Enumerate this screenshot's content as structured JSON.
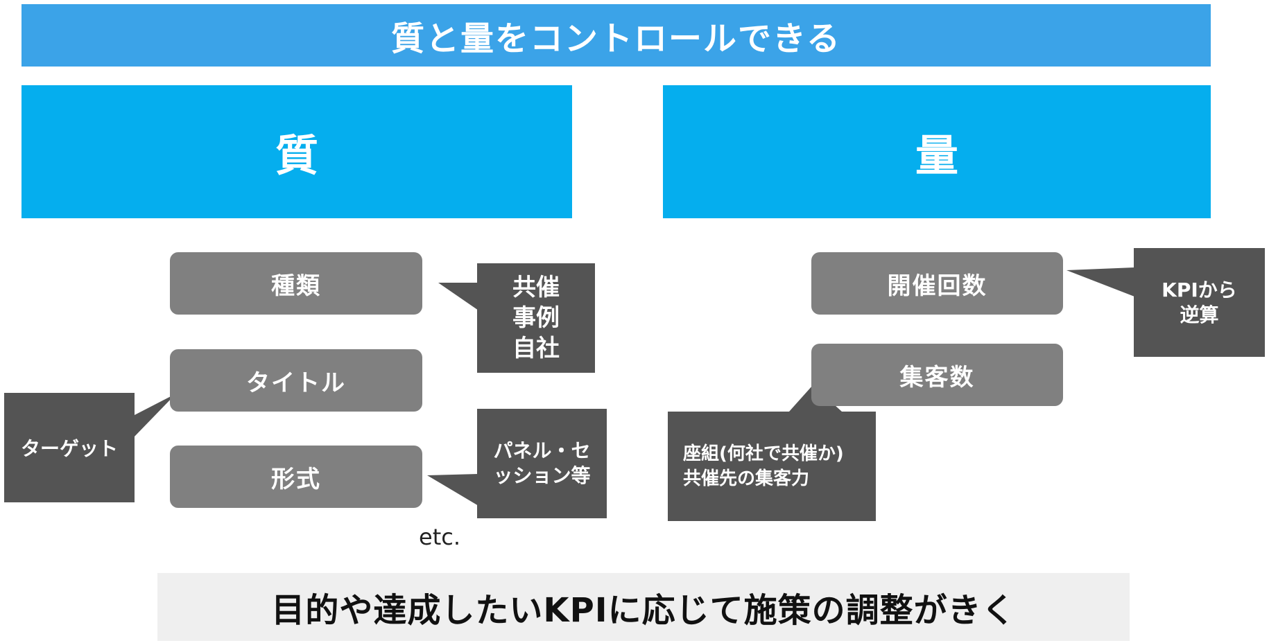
{
  "title": "質と量をコントロールできる",
  "left": {
    "header": "質",
    "items": [
      "種類",
      "タイトル",
      "形式"
    ],
    "callouts": {
      "type_examples": [
        "共催",
        "事例",
        "自社"
      ],
      "title_note": "ターゲット",
      "format_note": [
        "パネル・セ",
        "ッション等"
      ]
    },
    "etc": "etc."
  },
  "right": {
    "header": "量",
    "items": [
      "開催回数",
      "集客数"
    ],
    "callouts": {
      "count_note": [
        "KPIから",
        "逆算"
      ],
      "audience_note": [
        "座組(何社で共催か)",
        "共催先の集客力"
      ]
    }
  },
  "summary": "目的や達成したいKPIに応じて施策の調整がきく"
}
